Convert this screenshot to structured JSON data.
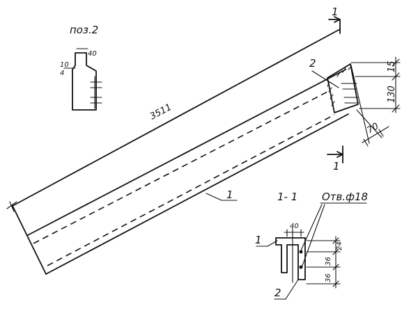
{
  "labels": {
    "position_title": "поз.2",
    "main_dimension": "3511",
    "callout_1_main": "1",
    "callout_2_main": "2",
    "section_marker_top": "1",
    "section_marker_bottom": "1",
    "section_title": "1- 1",
    "hole_note": "Отв.ф18",
    "callout_1_section": "1",
    "callout_2_section": "2"
  },
  "dimensions": {
    "detail_top": "40",
    "detail_side_a": "10",
    "detail_side_b": "4",
    "end_height": "130",
    "end_small": "15",
    "end_offset": "70",
    "section_top": "40",
    "section_v1": "24",
    "section_v2": "36",
    "section_v3": "36"
  }
}
